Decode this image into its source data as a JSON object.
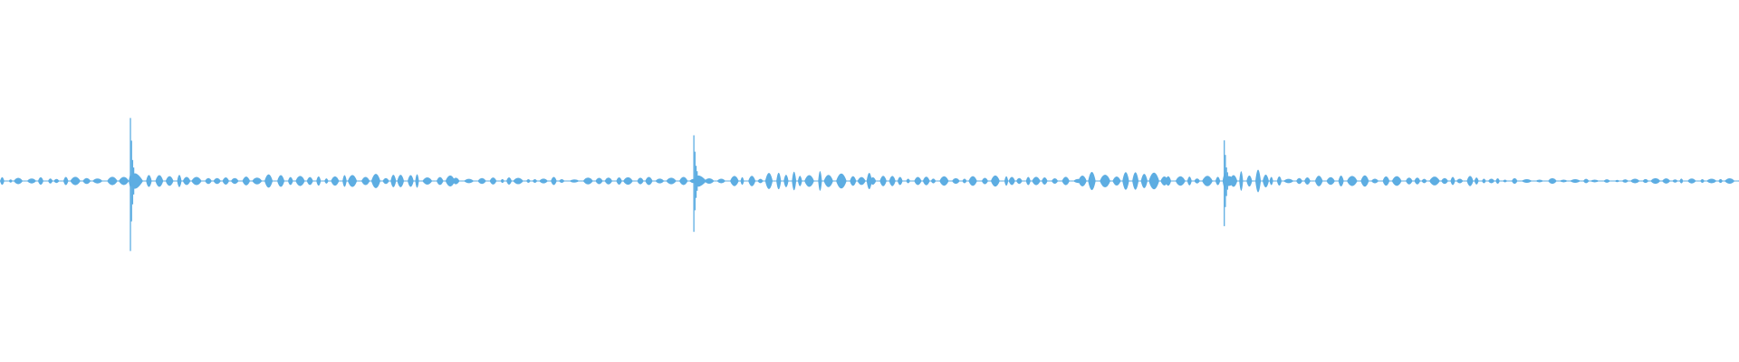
{
  "waveform": {
    "color": "#5dade2",
    "background": "#ffffff",
    "amplitude_range": [
      -1,
      1
    ],
    "duration_fraction_drawn": 1.0,
    "transients": [
      {
        "position": 0.075,
        "amplitude": 0.62
      },
      {
        "position": 0.399,
        "amplitude": 0.45
      },
      {
        "position": 0.704,
        "amplitude": 0.4
      }
    ],
    "segments": [
      {
        "start": 0.0,
        "end": 0.074,
        "level": 0.03
      },
      {
        "start": 0.074,
        "end": 0.11,
        "level": 0.06
      },
      {
        "start": 0.11,
        "end": 0.26,
        "level": 0.05
      },
      {
        "start": 0.26,
        "end": 0.398,
        "level": 0.03
      },
      {
        "start": 0.398,
        "end": 0.44,
        "level": 0.04
      },
      {
        "start": 0.44,
        "end": 0.5,
        "level": 0.07
      },
      {
        "start": 0.5,
        "end": 0.58,
        "level": 0.04
      },
      {
        "start": 0.58,
        "end": 0.62,
        "level": 0.03
      },
      {
        "start": 0.62,
        "end": 0.67,
        "level": 0.08
      },
      {
        "start": 0.67,
        "end": 0.703,
        "level": 0.04
      },
      {
        "start": 0.703,
        "end": 0.73,
        "level": 0.08
      },
      {
        "start": 0.73,
        "end": 0.86,
        "level": 0.04
      },
      {
        "start": 0.86,
        "end": 1.0,
        "level": 0.02
      }
    ]
  }
}
